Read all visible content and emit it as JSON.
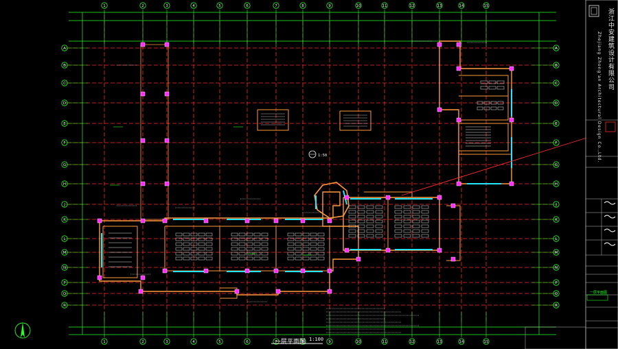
{
  "drawing": {
    "title": "一层平面图",
    "scale": "1:100",
    "detail_callout": "1:50"
  },
  "axes": {
    "columns": [
      "1",
      "2",
      "3",
      "4",
      "5",
      "6",
      "7",
      "8",
      "9",
      "10",
      "11",
      "12",
      "13",
      "14",
      "15"
    ],
    "rows": [
      "A",
      "B",
      "C",
      "D",
      "E",
      "F",
      "G",
      "H",
      "J",
      "K",
      "L",
      "M",
      "N",
      "P",
      "Q",
      "R"
    ]
  },
  "title_block": {
    "company_cn": "浙江中安建筑设计有限公司",
    "company_en": "Zhejiang Zhong'an Architectural Design Co.,Ltd.",
    "sheet_name": "一层平面图"
  },
  "colors": {
    "background": "#000000",
    "axis_grid": "#ff2a2a",
    "dimension_lines": "#25ff25",
    "walls": "#ff9a3c",
    "columns": "#ff2cff",
    "windows": "#22e5ff",
    "furniture": "#e8e8e8",
    "labels": "#f4f4f4"
  }
}
